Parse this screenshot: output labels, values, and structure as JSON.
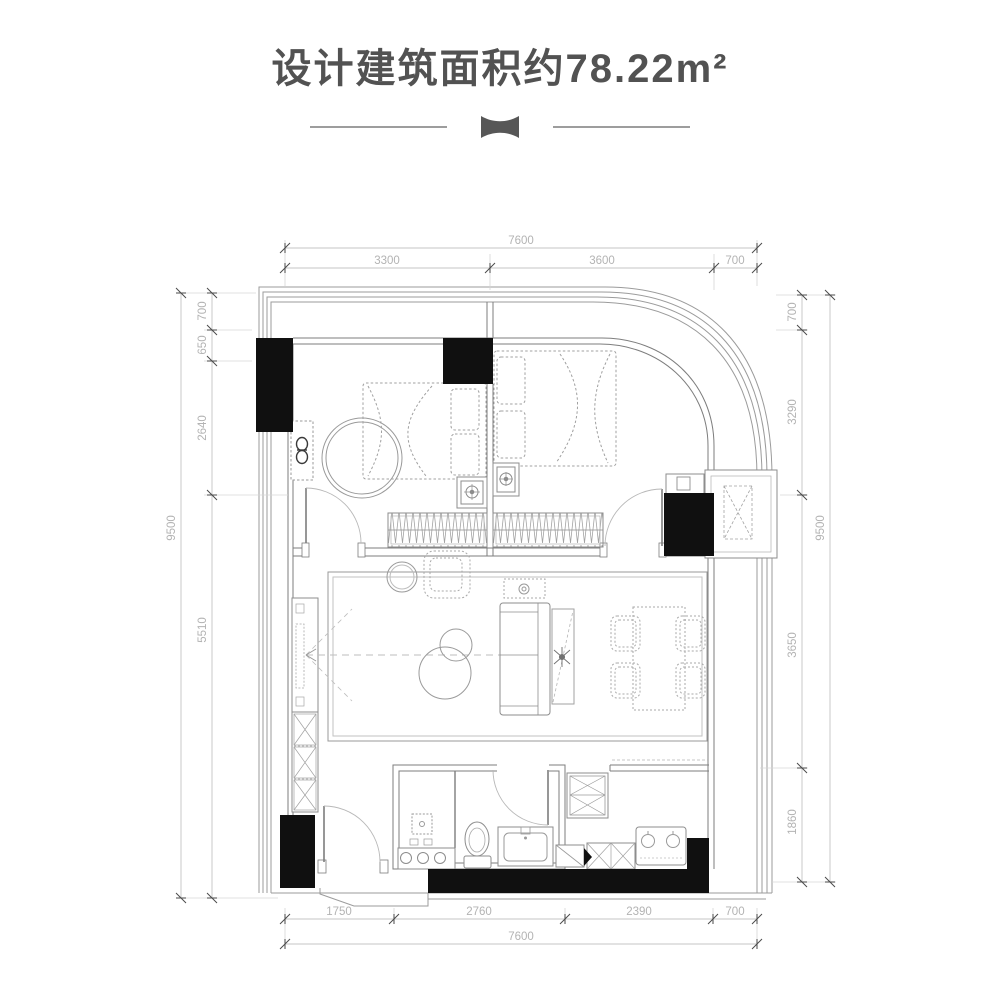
{
  "header": {
    "title": "设计建筑面积约78.22m²"
  },
  "divider": {
    "icon": "bowtie"
  },
  "plan": {
    "dims": {
      "top_total": "7600",
      "top_segments": [
        "3300",
        "3600",
        "700"
      ],
      "bottom_total": "7600",
      "bottom_segments": [
        "1750",
        "2760",
        "2390",
        "700"
      ],
      "left_total": "9500",
      "left_segments": [
        "700",
        "650",
        "2640",
        "5510"
      ],
      "right_total": "9500",
      "right_segments": [
        "700",
        "3290",
        "3650",
        "1860"
      ]
    }
  }
}
